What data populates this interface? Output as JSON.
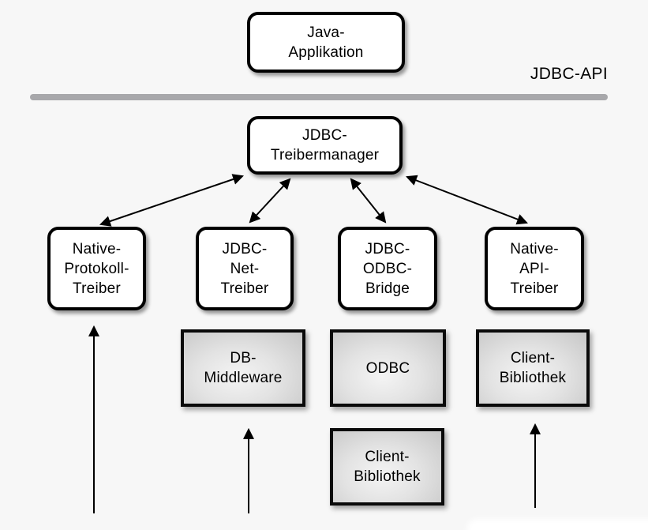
{
  "diagram": {
    "api_label": "JDBC-API",
    "nodes": {
      "java_app": {
        "lines": [
          "Java-",
          "Applikation"
        ]
      },
      "treibermanager": {
        "lines": [
          "JDBC-",
          "Treibermanager"
        ]
      },
      "native_protokoll": {
        "lines": [
          "Native-",
          "Protokoll-",
          "Treiber"
        ]
      },
      "jdbc_net": {
        "lines": [
          "JDBC-",
          "Net-",
          "Treiber"
        ]
      },
      "jdbc_odbc": {
        "lines": [
          "JDBC-",
          "ODBC-",
          "Bridge"
        ]
      },
      "native_api": {
        "lines": [
          "Native-",
          "API-",
          "Treiber"
        ]
      },
      "db_middleware": {
        "lines": [
          "DB-",
          "Middleware"
        ]
      },
      "odbc": {
        "lines": [
          "ODBC"
        ]
      },
      "client_bib_odbc": {
        "lines": [
          "Client-",
          "Bibliothek"
        ]
      },
      "client_bib_api": {
        "lines": [
          "Client-",
          "Bibliothek"
        ]
      }
    },
    "colors": {
      "background": "#f7f7f7",
      "box_fill": "#ffffff",
      "box_border": "#000000",
      "gray_box_light": "#f4f4f4",
      "gray_box_dark": "#c6c6c6",
      "separator_gray": "#a8a8ab",
      "arrow": "#000000"
    }
  }
}
